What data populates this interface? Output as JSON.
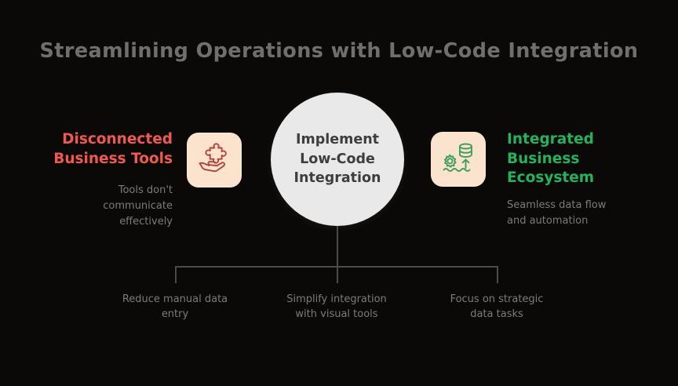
{
  "theme": {
    "background": "#0a0908",
    "title_color": "#6f6f6f",
    "negative_color": "#f0594c",
    "positive_color": "#24b35c",
    "muted_text_color": "#7b7b7b",
    "circle_fill": "#e9e9e9",
    "circle_text_color": "#3e3e3e",
    "icon_tile_fill": "#fce3ce",
    "connector_color": "#4b4b4b"
  },
  "title": "Streamlining Operations with Low-Code Integration",
  "center": {
    "lines": [
      "Implement",
      "Low-Code",
      "Integration"
    ]
  },
  "left": {
    "icon_name": "hand-holding-puzzle-piece-icon",
    "heading_lines": [
      "Disconnected",
      "Business Tools"
    ],
    "subtitle_lines": [
      "Tools don't",
      "communicate",
      "effectively"
    ]
  },
  "right": {
    "icon_name": "database-growth-ecosystem-icon",
    "heading_lines": [
      "Integrated",
      "Business",
      "Ecosystem"
    ],
    "subtitle_lines": [
      "Seamless data flow",
      "and automation"
    ]
  },
  "branches": [
    {
      "lines": [
        "Reduce manual data",
        "entry"
      ]
    },
    {
      "lines": [
        "Simplify integration",
        "with visual tools"
      ]
    },
    {
      "lines": [
        "Focus on strategic",
        "data tasks"
      ]
    }
  ]
}
